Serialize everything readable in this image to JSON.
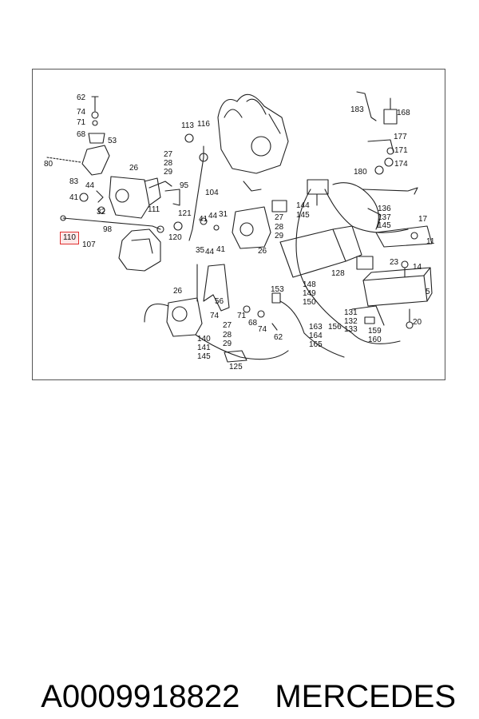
{
  "diagram": {
    "highlight_color": "#e03030",
    "callouts": [
      "62",
      "74",
      "71",
      "68",
      "53",
      "80",
      "26",
      "27",
      "28",
      "29",
      "83",
      "44",
      "41",
      "32",
      "95",
      "98",
      "110",
      "107",
      "113",
      "116",
      "104",
      "111",
      "121",
      "120",
      "41",
      "44",
      "31",
      "27",
      "28",
      "29",
      "26",
      "35",
      "44",
      "41",
      "183",
      "168",
      "177",
      "171",
      "174",
      "180",
      "144",
      "145",
      "136",
      "137",
      "145",
      "17",
      "11",
      "23",
      "14",
      "5",
      "26",
      "56",
      "71",
      "74",
      "27",
      "68",
      "74",
      "62",
      "28",
      "29",
      "140",
      "141",
      "145",
      "125",
      "153",
      "148",
      "149",
      "150",
      "128",
      "131",
      "132",
      "133",
      "163",
      "164",
      "165",
      "156",
      "159",
      "160",
      "20"
    ],
    "highlighted_index": 16
  },
  "caption": {
    "part_number": "A0009918822",
    "brand": "MERCEDES"
  }
}
